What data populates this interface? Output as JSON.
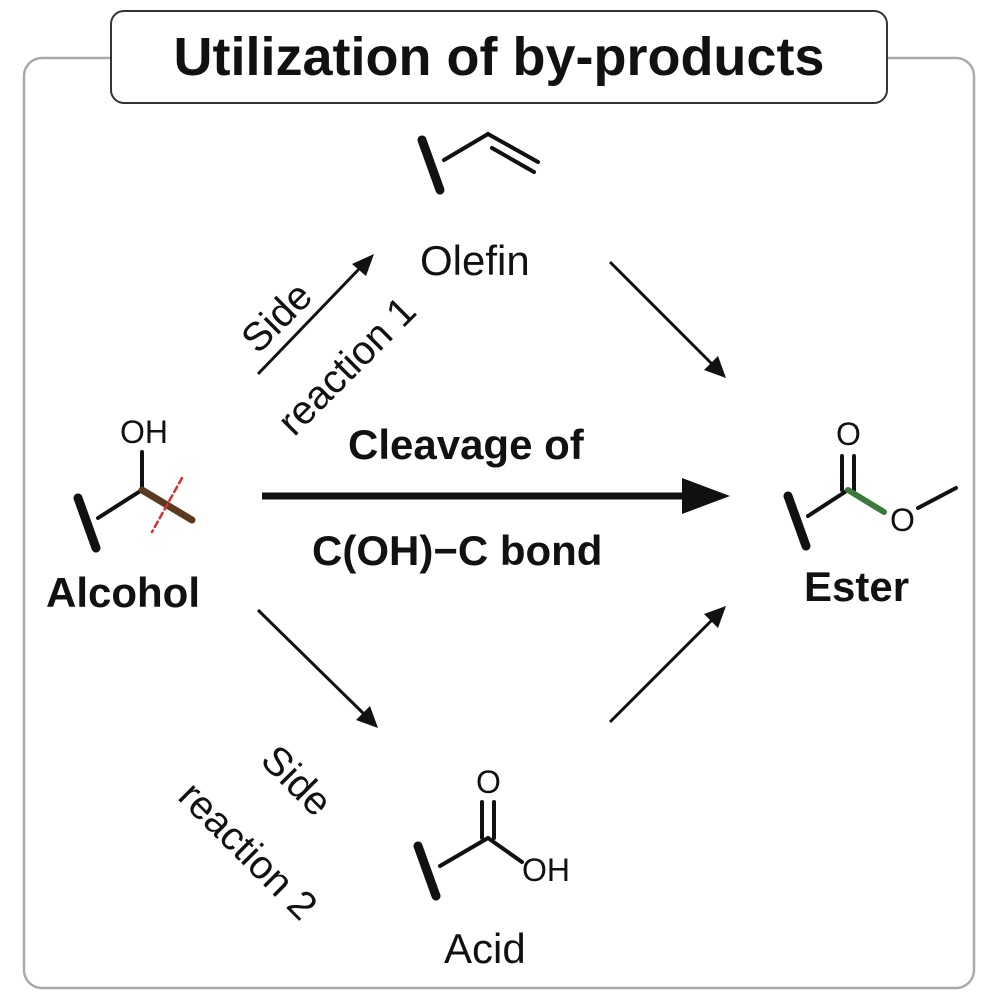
{
  "title": "Utilization of by-products",
  "compounds": {
    "olefin": "Olefin",
    "alcohol": "Alcohol",
    "ester": "Ester",
    "acid": "Acid"
  },
  "atoms": {
    "alcohol_oh": "OH",
    "ester_carbonyl_o": "O",
    "ester_ether_o": "O",
    "acid_carbonyl_o": "O",
    "acid_oh": "OH"
  },
  "main_reaction": {
    "line1": "Cleavage of",
    "line2": "C(OH)−C bond"
  },
  "side_reactions": {
    "side1_line1": "Side",
    "side1_line2": "reaction 1",
    "side2_line1": "Side",
    "side2_line2": "reaction 2"
  },
  "colors": {
    "frame": "#aaaaaa",
    "ink": "#111111",
    "cleaved_bond": "#5a3a1e",
    "cut_mark": "#d9302c",
    "ester_bond": "#3b7a3b"
  }
}
